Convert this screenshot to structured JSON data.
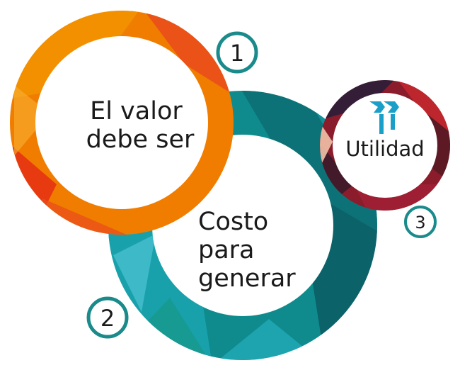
{
  "diagram": {
    "rings": [
      {
        "id": "valor",
        "lines": [
          "El valor",
          "debe ser"
        ],
        "number": "1",
        "colors": [
          "#e94e1b",
          "#f07d00",
          "#f39200",
          "#e63312",
          "#ef7d00",
          "#f8b133"
        ]
      },
      {
        "id": "costo",
        "lines": [
          "Costo",
          "para",
          "generar"
        ],
        "number": "2",
        "colors": [
          "#0f8b8d",
          "#1aa5b0",
          "#0c6f74",
          "#27b5c4",
          "#0a5b62",
          "#16998f"
        ]
      },
      {
        "id": "utilidad",
        "lines": [
          "Utilidad"
        ],
        "number": "3",
        "colors": [
          "#8a1c2b",
          "#c1272d",
          "#5b1a24",
          "#2f1d38",
          "#a02034",
          "#3a1b2a"
        ]
      }
    ],
    "number_badge_color": "#1a8a8a",
    "logo_color": "#1aa0c8",
    "icon": "utility-logo-icon"
  }
}
